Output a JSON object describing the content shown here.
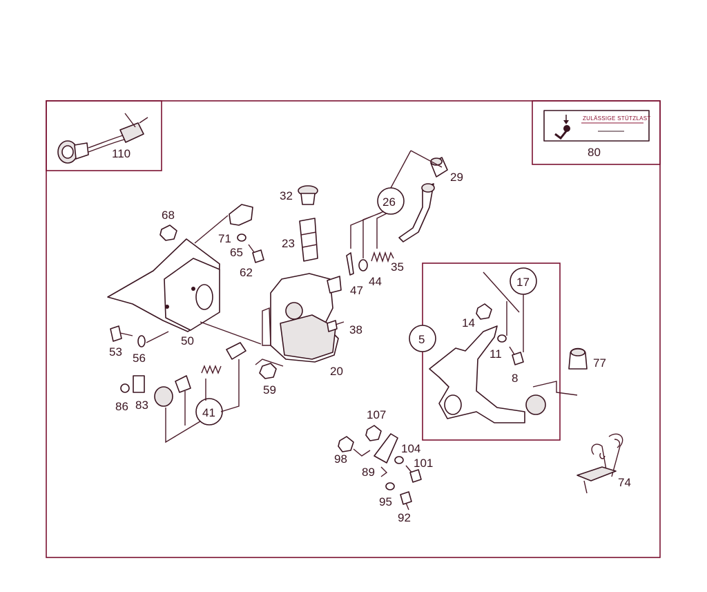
{
  "labels": {
    "p110": "110",
    "p80": "80",
    "p29": "29",
    "p26": "26",
    "p32": "32",
    "p23": "23",
    "p68": "68",
    "p71": "71",
    "p65": "65",
    "p62": "62",
    "p35": "35",
    "p44": "44",
    "p47": "47",
    "p38": "38",
    "p50": "50",
    "p53": "53",
    "p56": "56",
    "p20": "20",
    "p59": "59",
    "p86": "86",
    "p83": "83",
    "p41": "41",
    "p17": "17",
    "p14": "14",
    "p5": "5",
    "p11": "11",
    "p8": "8",
    "p77": "77",
    "p107": "107",
    "p98": "98",
    "p104": "104",
    "p101": "101",
    "p89": "89",
    "p95": "95",
    "p92": "92",
    "p74": "74"
  },
  "sticker": {
    "title": "ZULÄSSIGE STÜTZLAST"
  }
}
